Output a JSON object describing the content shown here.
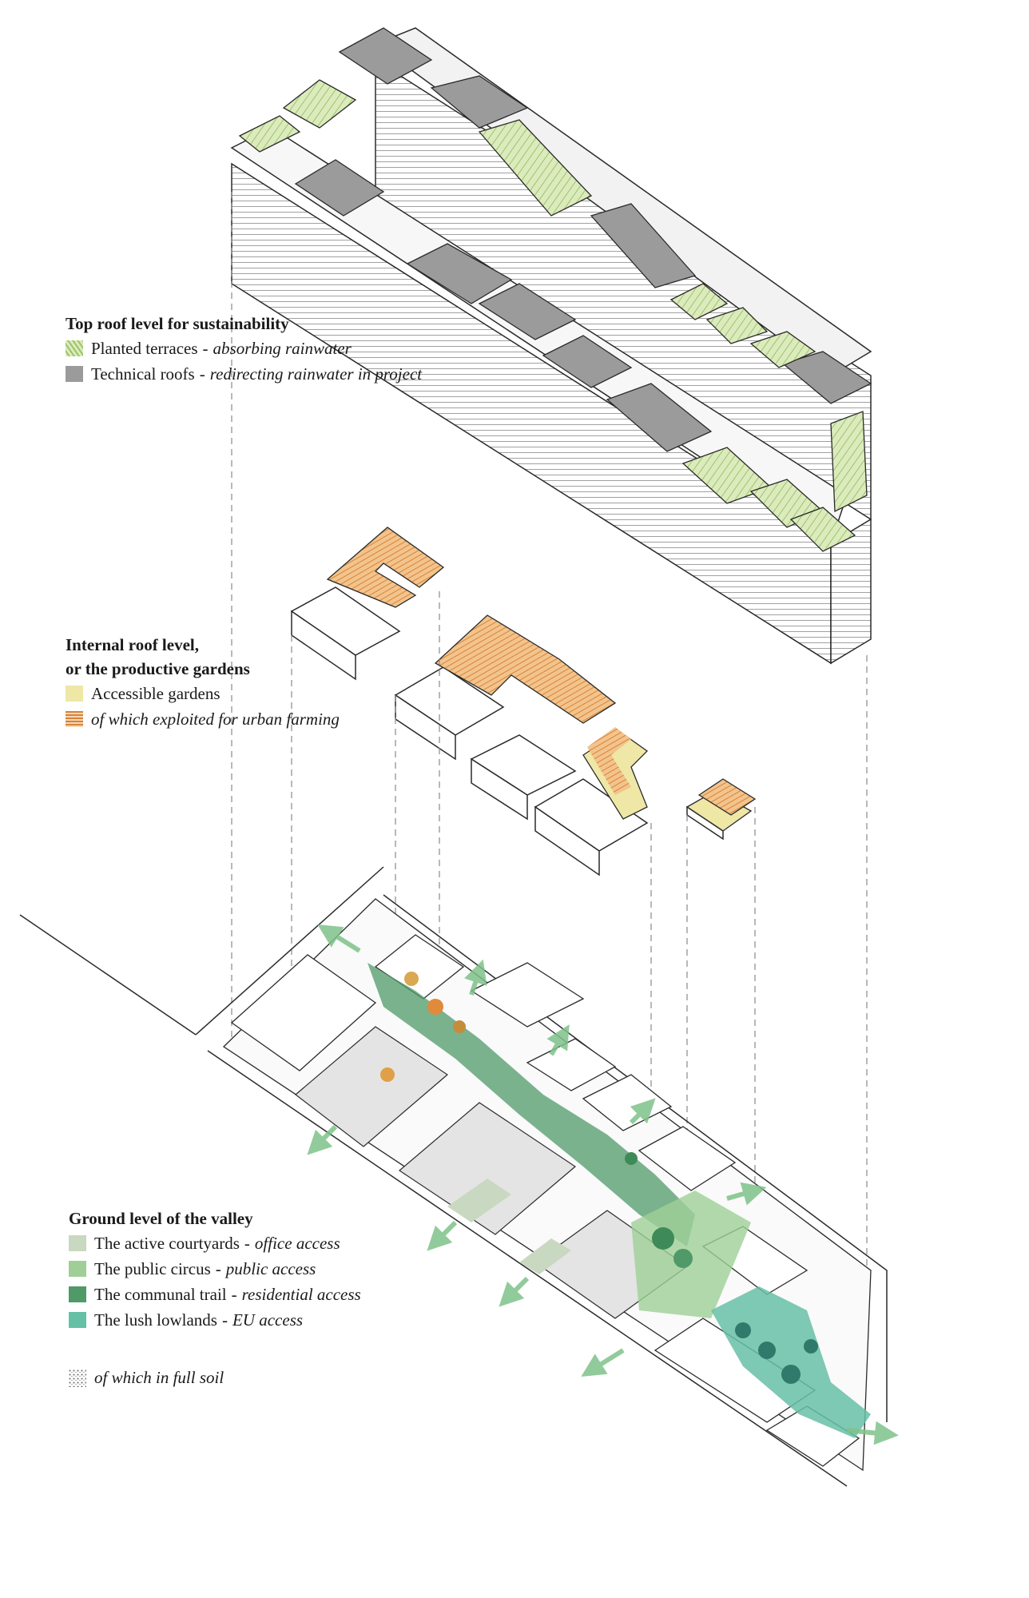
{
  "colors": {
    "planted": "#cfe3a5",
    "technical": "#9b9b9b",
    "accessible": "#eee7a6",
    "farming": "#e9a45d",
    "courtyard": "#c9d8c0",
    "circus": "#9fcf97",
    "trail": "#4f9a68",
    "lowlands": "#66c0a6",
    "line": "#2a2a2a"
  },
  "legend_top": {
    "title": "Top roof level for sustainability",
    "items": [
      {
        "label": "Planted terraces",
        "desc": "absorbing rainwater",
        "swatch": "planted"
      },
      {
        "label": "Technical roofs",
        "desc": "redirecting rainwater in project",
        "swatch": "technical"
      }
    ]
  },
  "legend_internal": {
    "title_line1": "Internal roof level,",
    "title_line2": "or the productive gardens",
    "items": [
      {
        "label": "Accessible gardens",
        "desc": "",
        "swatch": "accessible"
      },
      {
        "label": "",
        "desc": "of which exploited for urban farming",
        "swatch": "farming"
      }
    ]
  },
  "legend_ground": {
    "title": "Ground level of the valley",
    "items": [
      {
        "label": "The active courtyards",
        "desc": "office access",
        "swatch": "courtyard"
      },
      {
        "label": "The public circus",
        "desc": "public access",
        "swatch": "circus"
      },
      {
        "label": "The communal trail",
        "desc": "residential access",
        "swatch": "trail"
      },
      {
        "label": "The lush lowlands",
        "desc": "EU access",
        "swatch": "lowlands"
      }
    ]
  },
  "soil_note": "of which in full soil",
  "separator": "-",
  "icons": [
    "planted-hatch-swatch",
    "technical-roof-swatch",
    "garden-swatch",
    "farming-stripe-swatch",
    "full-soil-texture-icon",
    "access-arrow-icon"
  ]
}
